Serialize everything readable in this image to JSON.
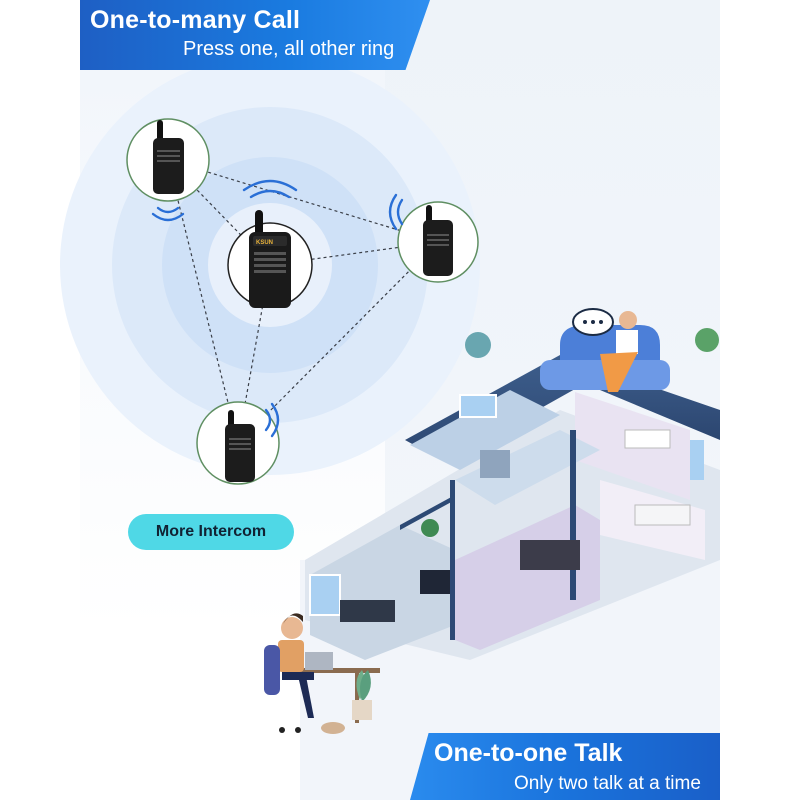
{
  "banner_top": {
    "title": "One-to-many Call",
    "subtitle": "Press one, all other ring"
  },
  "intercom_button": {
    "label": "More Intercom"
  },
  "banner_bottom": {
    "title": "One-to-one Talk",
    "subtitle": "Only two talk at a time"
  },
  "radio_brand": "KSUN",
  "colors": {
    "banner_blue": "#1a73dc",
    "pill_cyan": "#4fd8e6",
    "signal_blue": "#2a6fd6",
    "ripple_blue": "#cfe1f7"
  },
  "icons": [
    "walkie-talkie-icon",
    "signal-wave-icon",
    "chat-bubble-icon"
  ]
}
